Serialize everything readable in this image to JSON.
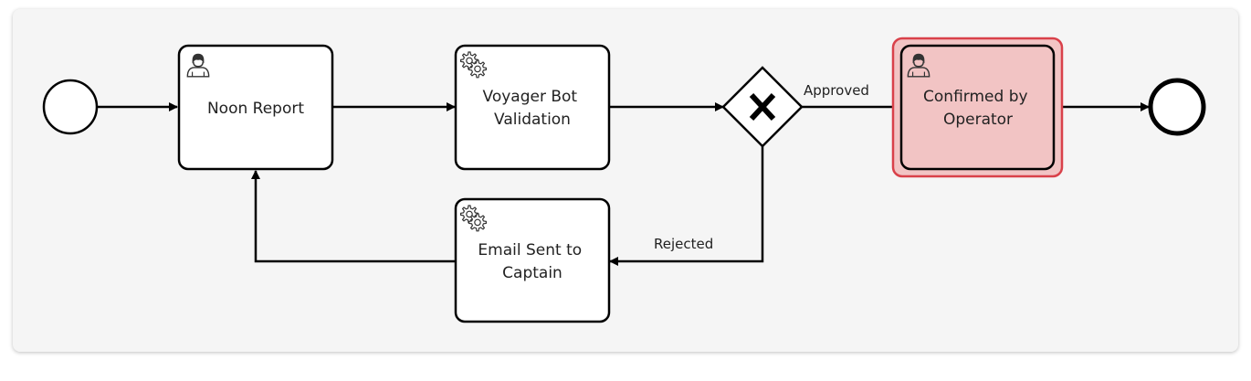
{
  "diagram": {
    "tasks": {
      "noon_report": {
        "lines": [
          "Noon Report"
        ],
        "type": "user"
      },
      "voyager_bot": {
        "lines": [
          "Voyager Bot",
          "Validation"
        ],
        "type": "service"
      },
      "email_sent": {
        "lines": [
          "Email Sent to",
          "Captain"
        ],
        "type": "service"
      },
      "confirmed": {
        "lines": [
          "Confirmed by",
          "Operator"
        ],
        "type": "user",
        "highlighted": true
      }
    },
    "flows": {
      "approved": "Approved",
      "rejected": "Rejected"
    },
    "colors": {
      "highlight_fill": "#f2c4c4",
      "highlight_border": "#d9414a",
      "stroke": "#000000"
    }
  }
}
